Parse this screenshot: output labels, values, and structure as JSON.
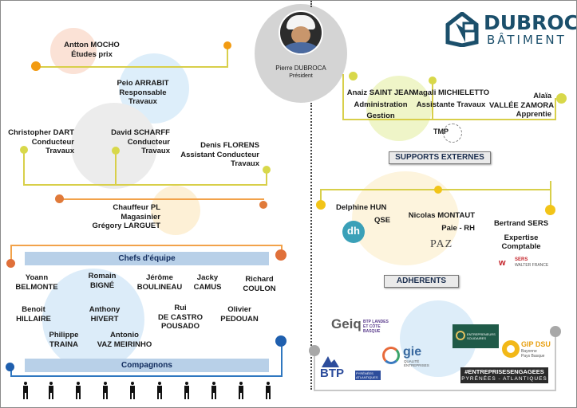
{
  "brand": {
    "name": "DUBROCA",
    "sub": "BÂTIMENT",
    "color": "#1b4f6b"
  },
  "president": {
    "name": "Pierre DUBROCA",
    "role": "Président"
  },
  "left": {
    "people": [
      {
        "lines": [
          "Antton MOCHO",
          "Études prix"
        ]
      },
      {
        "lines": [
          "Peio ARRABIT",
          "Responsable",
          "Travaux"
        ]
      },
      {
        "lines": [
          "Christopher DART",
          "Conducteur",
          "Travaux"
        ]
      },
      {
        "lines": [
          "David SCHARFF",
          "Conducteur",
          "Travaux"
        ]
      },
      {
        "lines": [
          "Denis FLORENS",
          "Assistant Conducteur",
          "Travaux"
        ]
      },
      {
        "lines": [
          "Chauffeur PL",
          "Magasinier",
          "Grégory LARGUET"
        ]
      }
    ],
    "chefs_label": "Chefs d'équipe",
    "chefs": [
      {
        "lines": [
          "Yoann",
          "BELMONTE"
        ]
      },
      {
        "lines": [
          "Romain",
          "BIGNÉ"
        ]
      },
      {
        "lines": [
          "Jérôme",
          "BOULINEAU"
        ]
      },
      {
        "lines": [
          "Jacky",
          "CAMUS"
        ]
      },
      {
        "lines": [
          "Richard",
          "COULON"
        ]
      },
      {
        "lines": [
          "Benoit",
          "HILLAIRE"
        ]
      },
      {
        "lines": [
          "Anthony",
          "HIVERT"
        ]
      },
      {
        "lines": [
          "Rui",
          "DE CASTRO",
          "POUSADO"
        ]
      },
      {
        "lines": [
          "Olivier",
          "PEDOUAN"
        ]
      },
      {
        "lines": [
          "Philippe",
          "TRAINA"
        ]
      },
      {
        "lines": [
          "Antonio",
          "VAZ MEIRINHO"
        ]
      }
    ],
    "compagnons_label": "Compagnons",
    "worker_icon": "worker-icon"
  },
  "right": {
    "admin": [
      {
        "lines": [
          "Anaiz SAINT JEAN",
          "Administration",
          "Gestion"
        ]
      },
      {
        "lines": [
          "Magali MICHIELETTO",
          "Assistante Travaux"
        ]
      },
      {
        "lines": [
          "Alaïa",
          "VALLÉE ZAMORA",
          "Apprentie"
        ]
      }
    ],
    "tmp_logo": "TMP",
    "supports_label": "SUPPORTS EXTERNES",
    "supports": [
      {
        "lines": [
          "Delphine HUN"
        ]
      },
      {
        "lines": [
          "QSE"
        ]
      },
      {
        "lines": [
          "Nicolas MONTAUT",
          "Paie - RH"
        ]
      },
      {
        "lines": [
          "Bertrand SERS",
          "Expertise",
          "Comptable"
        ]
      }
    ],
    "dh_logo": "dh",
    "paz_logo": "PAZ",
    "sers_logo": {
      "brand": "SERS",
      "sub": "WALTER FRANCE"
    },
    "adherents_label": "ADHERENTS",
    "adherents": {
      "geiq": {
        "name": "Geiq",
        "sub1": "BTP LANDES",
        "sub2": "ET CÔTE BASQUE"
      },
      "btp": {
        "name": "BTP",
        "sub": "PYRÉNÉES ATLANTIQUES"
      },
      "gie": {
        "name": "gie",
        "sub1": "QUALITÉ",
        "sub2": "ENTREPRISES"
      },
      "entrepreneurs": {
        "line1": "ENTREPRENEURS",
        "line2": "SOLIDAIRES"
      },
      "gipdsu": {
        "name": "GIP DSU",
        "sub1": "Bayonne",
        "sub2": "Pays Basque"
      },
      "engagees": {
        "line1": "#ENTREPRISESENGAGEES",
        "line2": "PYRÉNÉES - ATLANTIQUES"
      }
    }
  }
}
